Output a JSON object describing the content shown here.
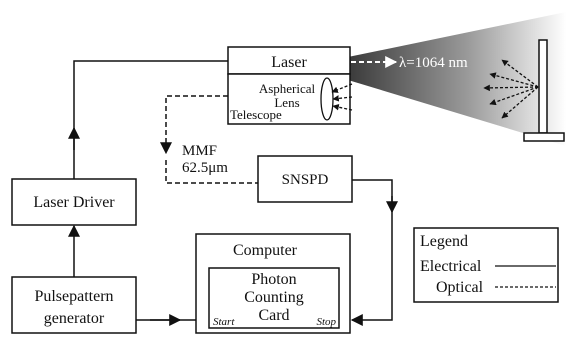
{
  "blocks": {
    "laser": "Laser",
    "aspherical_line1": "Aspherical",
    "aspherical_line2": "Lens",
    "telescope": "Telescope",
    "wavelength": "λ=1064 nm",
    "mmf_line1": "MMF",
    "mmf_line2": "62.5μm",
    "snspd": "SNSPD",
    "laser_driver": "Laser Driver",
    "computer": "Computer",
    "photon_line1": "Photon",
    "photon_line2": "Counting",
    "photon_line3": "Card",
    "start": "Start",
    "stop": "Stop",
    "pulse_line1": "Pulsepattern",
    "pulse_line2": "generator"
  },
  "legend": {
    "title": "Legend",
    "electrical": "Electrical",
    "optical": "Optical"
  }
}
